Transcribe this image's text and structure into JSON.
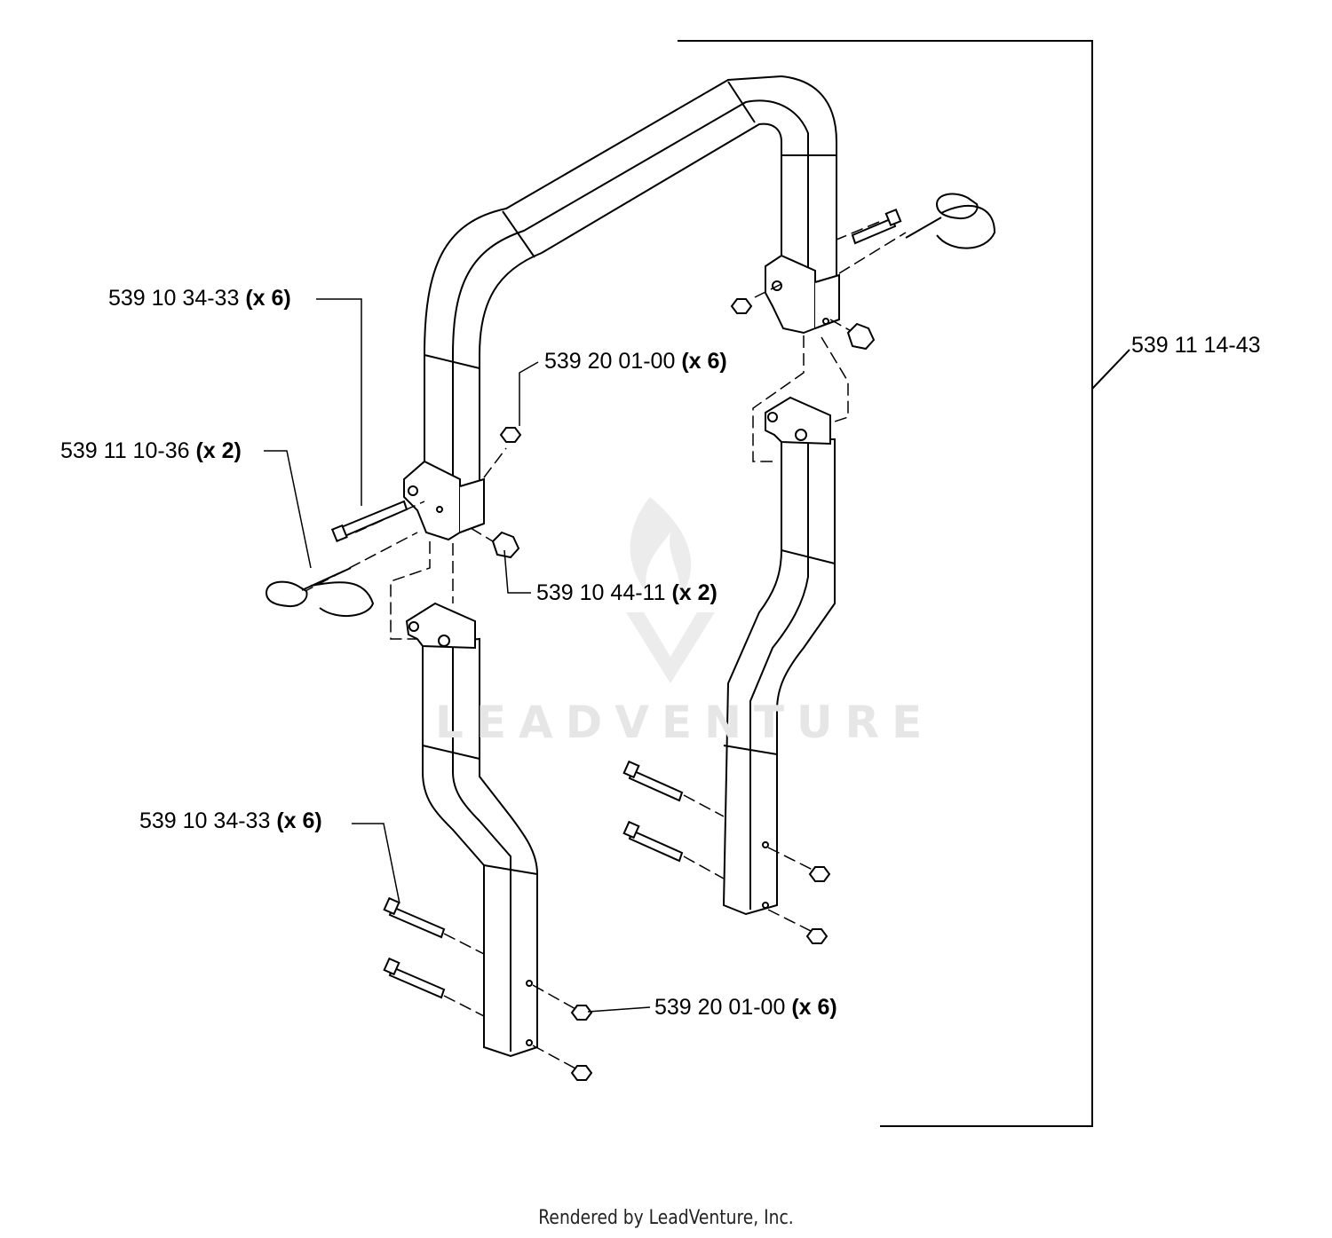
{
  "callouts": [
    {
      "part": "539 10 34-33",
      "qty": "(x 6)"
    },
    {
      "part": "539 20 01-00",
      "qty": "(x 6)"
    },
    {
      "part": "539 11 10-36",
      "qty": "(x 2)"
    },
    {
      "part": "539 10 44-11",
      "qty": "(x 2)"
    },
    {
      "part": "539 10 34-33",
      "qty": "(x 6)"
    },
    {
      "part": "539 20 01-00",
      "qty": "(x 6)"
    },
    {
      "part": "539 11 14-43",
      "qty": ""
    }
  ],
  "watermark": "LEADVENTURE",
  "footer": "Rendered by LeadVenture, Inc.",
  "colors": {
    "line": "#000000",
    "watermark": "#e6e6e6"
  }
}
